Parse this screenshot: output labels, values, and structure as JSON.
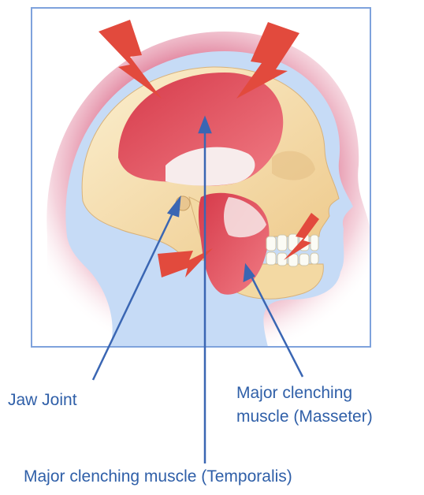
{
  "labels": {
    "jaw_joint": "Jaw Joint",
    "masseter_line1": "Major clenching",
    "masseter_line2": "muscle (Masseter)",
    "temporalis": "Major clenching muscle (Temporalis)"
  },
  "colors": {
    "frame": "#7ea2dc",
    "halo": "#d44a70",
    "head_glow": "#b9d2f4",
    "skull": "#f6e2b5",
    "muscle": "#e24a55",
    "lightning": "#e24a3d",
    "pointer": "#3a66b3",
    "label_text": "#2f5fa8"
  },
  "icons": [
    "lightning-bolt-icon",
    "skull-illustration"
  ]
}
